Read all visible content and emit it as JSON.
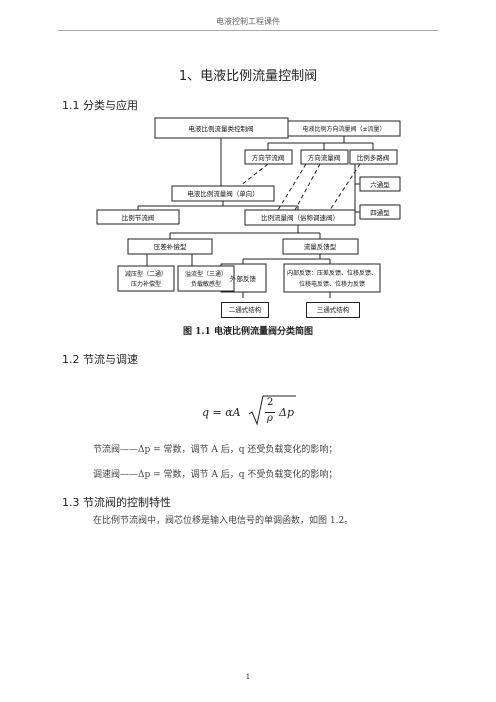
{
  "header": {
    "text": "电液控制工程课件"
  },
  "title": "1、电液比例流量控制阀",
  "sections": {
    "s1": "1.1 分类与应用",
    "s2": "1.2 节流与调速",
    "s3": "1.3 节流阀的控制特性"
  },
  "diagram": {
    "root": "电液比例流量类控制阀",
    "directional": "电液比例方向流量阀（±流量）",
    "dir_throttle": "方向节流阀",
    "dir_flow": "方向流量阀",
    "multiway": "比例多路阀",
    "six_way": "六通型",
    "four_way": "四通型",
    "flow_valve": "电液比例流量阀（单向）",
    "throttle": "比例节流阀",
    "flow_regulating": "比例流量阀（俗称调速阀）",
    "pressure_comp": "压差补偿型",
    "flow_feedback": "流量反馈型",
    "external_fb": "外部反馈",
    "internal_fb_line1": "内部反馈：压差反馈、位移反馈、",
    "internal_fb_line2": "位移电反馈、位移力反馈",
    "reducing_line1": "减压型（二通）",
    "reducing_line2": "压力补偿型",
    "overflow_line1": "溢流型（三通）",
    "overflow_line2": "负载敏感型",
    "two_way": "二通式结构",
    "three_way": "三通式结构"
  },
  "figure_caption": "图 1.1  电液比例流量阀分类简图",
  "formula": {
    "lhs": "q = αA",
    "num": "2",
    "den": "ρ",
    "rhs": "Δp"
  },
  "paragraphs": {
    "throttle_desc": "节流阀——Δp = 常数，调节 A 后，q 还受负载变化的影响；",
    "speed_desc": "调速阀——Δp = 常数，调节 A 后，q 不受负载变化的影响；",
    "control_desc": "在比例节流阀中，阀芯位移是输入电信号的单调函数，如图 1.2。"
  },
  "page_number": "1"
}
